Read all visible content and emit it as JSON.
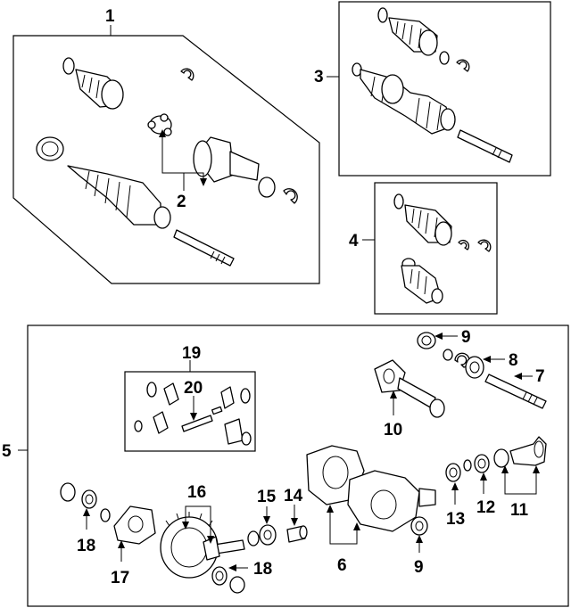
{
  "callouts": {
    "c1": "1",
    "c2": "2",
    "c3": "3",
    "c4": "4",
    "c5": "5",
    "c6": "6",
    "c7": "7",
    "c8": "8",
    "c9a": "9",
    "c9b": "9",
    "c10": "10",
    "c11": "11",
    "c12": "12",
    "c13": "13",
    "c14": "14",
    "c15": "15",
    "c16": "16",
    "c17": "17",
    "c18a": "18",
    "c18b": "18",
    "c19": "19",
    "c20": "20"
  }
}
